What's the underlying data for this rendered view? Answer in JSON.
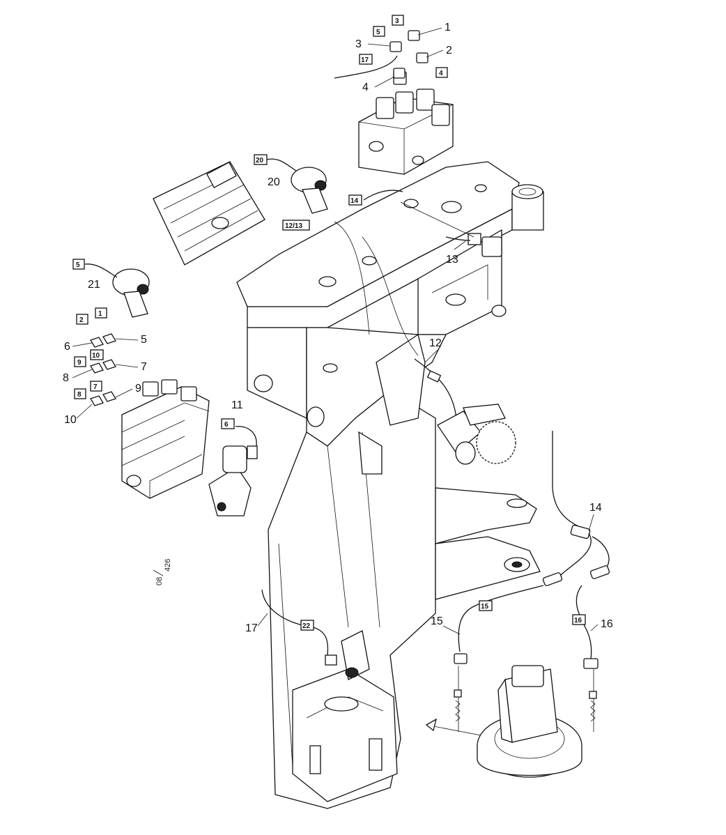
{
  "callouts": [
    {
      "text": "1"
    },
    {
      "text": "2"
    },
    {
      "text": "3"
    },
    {
      "text": "4"
    },
    {
      "text": "5"
    },
    {
      "text": "6"
    },
    {
      "text": "7"
    },
    {
      "text": "8"
    },
    {
      "text": "9"
    },
    {
      "text": "10"
    },
    {
      "text": "11"
    },
    {
      "text": "12"
    },
    {
      "text": "13"
    },
    {
      "text": "14"
    },
    {
      "text": "15"
    },
    {
      "text": "16"
    },
    {
      "text": "17"
    },
    {
      "text": "20"
    },
    {
      "text": "21"
    }
  ],
  "boxed_labels": [
    {
      "text": "3"
    },
    {
      "text": "5"
    },
    {
      "text": "17"
    },
    {
      "text": "4"
    },
    {
      "text": "20"
    },
    {
      "text": "14"
    },
    {
      "text": "12/13"
    },
    {
      "text": "5"
    },
    {
      "text": "1"
    },
    {
      "text": "2"
    },
    {
      "text": "10"
    },
    {
      "text": "9"
    },
    {
      "text": "7"
    },
    {
      "text": "8"
    },
    {
      "text": "6"
    },
    {
      "text": "15"
    },
    {
      "text": "16"
    },
    {
      "text": "22"
    }
  ],
  "drawing_ref": {
    "top": "08",
    "bottom": "426"
  }
}
